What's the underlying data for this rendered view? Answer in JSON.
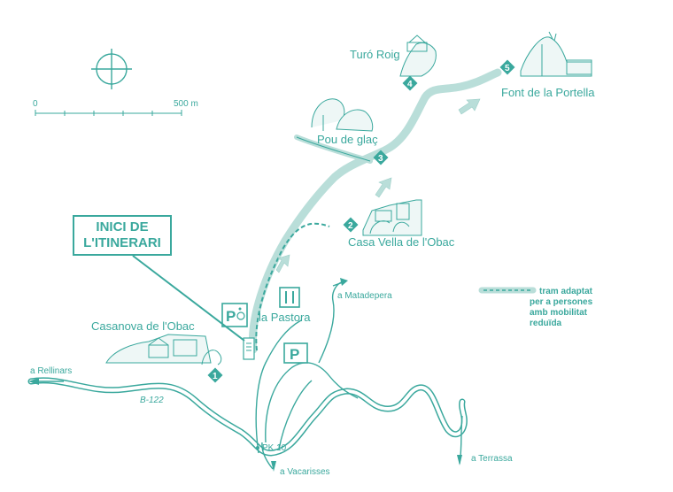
{
  "scale_bar": {
    "start_label": "0",
    "end_label": "500 m"
  },
  "start_box": {
    "line1": "INICI DE",
    "line2": "L'ITINERARI"
  },
  "places": {
    "turo_roig": "Turó Roig",
    "font_portella": "Font de la Portella",
    "pou_glac": "Pou de glaç",
    "casa_vella": "Casa Vella de l'Obac",
    "la_pastora": "la Pastora",
    "casanova": "Casanova de l'Obac"
  },
  "roads": {
    "rellinars": "a Rellinars",
    "matadepera": "a Matadepera",
    "b122": "B-122",
    "pk10": "PK 10",
    "vacarisses": "a Vacarisses",
    "terrassa": "a Terrassa"
  },
  "markers": [
    "1",
    "2",
    "3",
    "4",
    "5"
  ],
  "legend": {
    "line1": "tram adaptat",
    "line2": "per a persones",
    "line3": "amb mobilitat",
    "line4": "reduïda"
  },
  "colors": {
    "ink": "#3aa89d",
    "trail_fill": "#b9ded9",
    "trail_dash": "#3aa89d"
  },
  "icons": [
    "compass-icon",
    "parking-icon",
    "accessible-parking-icon",
    "restaurant-icon",
    "info-board-icon"
  ]
}
